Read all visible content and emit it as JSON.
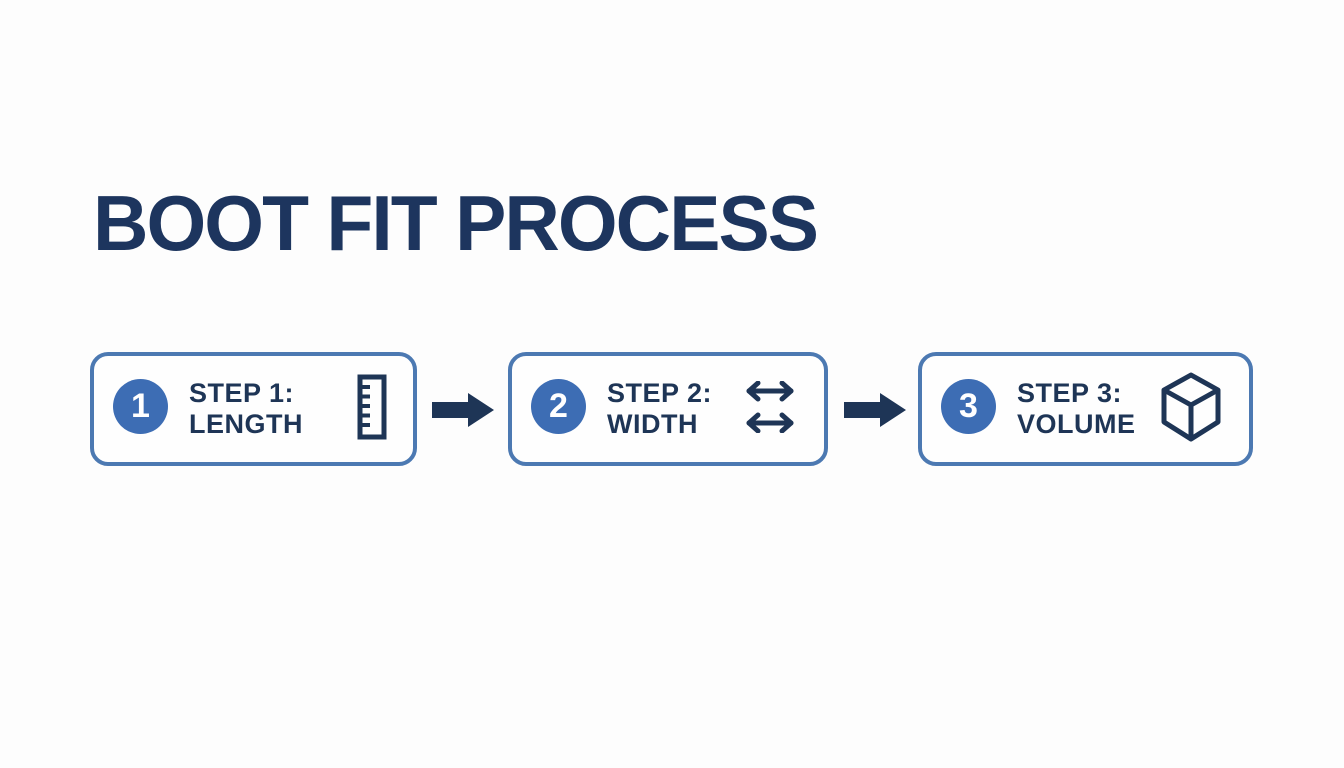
{
  "title": "BOOT FIT PROCESS",
  "colors": {
    "background": "#fdfdfd",
    "title_text": "#1d355e",
    "box_border": "#4c79b2",
    "box_fill": "#fefefe",
    "circle_fill": "#3d6db4",
    "circle_text": "#ffffff",
    "step_text": "#1e3556",
    "icon_stroke": "#1e3556",
    "connector_arrow": "#1e3556"
  },
  "steps": [
    {
      "number": "1",
      "step_label": "STEP 1:",
      "name": "LENGTH",
      "icon": "ruler-icon"
    },
    {
      "number": "2",
      "step_label": "STEP 2:",
      "name": "WIDTH",
      "icon": "width-arrows-icon"
    },
    {
      "number": "3",
      "step_label": "STEP 3:",
      "name": "VOLUME",
      "icon": "cube-icon"
    }
  ],
  "connectors": [
    {
      "name": "arrow-step1-to-step2"
    },
    {
      "name": "arrow-step2-to-step3"
    }
  ]
}
